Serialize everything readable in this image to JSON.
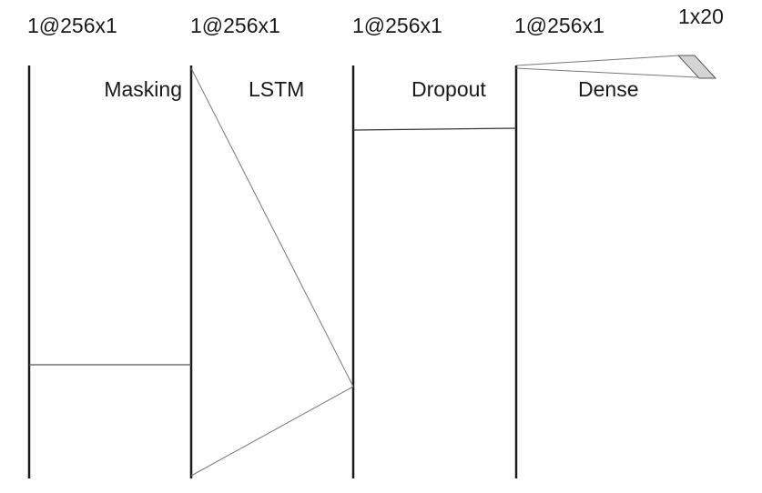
{
  "diagram": {
    "dimensions": [
      "1@256x1",
      "1@256x1",
      "1@256x1",
      "1@256x1"
    ],
    "output_dimension": "1x20",
    "layers": [
      "Masking",
      "LSTM",
      "Dropout",
      "Dense"
    ]
  }
}
